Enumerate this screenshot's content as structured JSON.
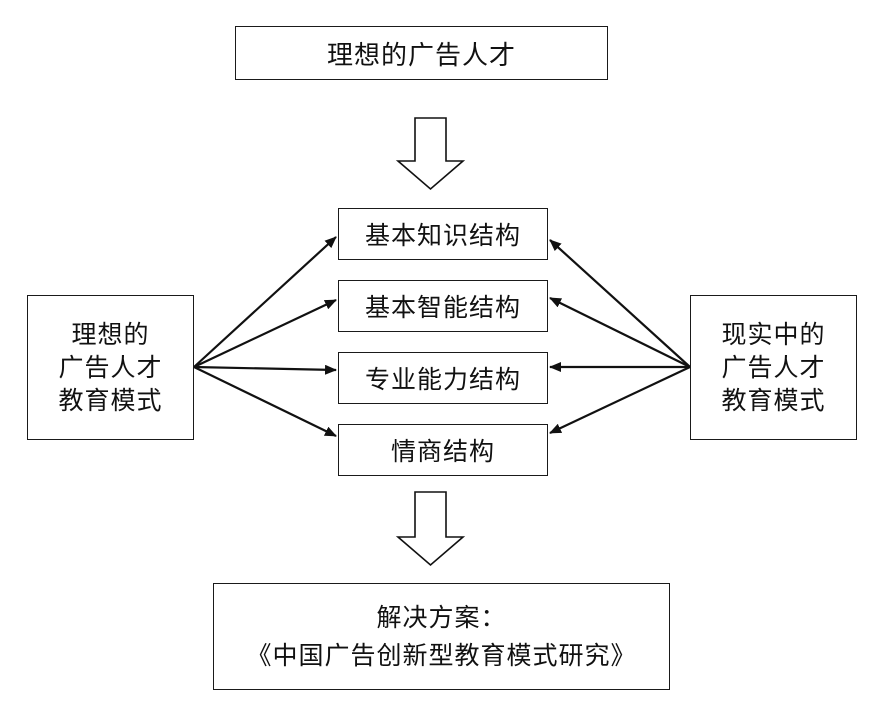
{
  "diagram": {
    "top": "理想的广告人才",
    "center_items": [
      "基本知识结构",
      "基本智能结构",
      "专业能力结构",
      "情商结构"
    ],
    "left_lines": [
      "理想的",
      "广告人才",
      "教育模式"
    ],
    "right_lines": [
      "现实中的",
      "广告人才",
      "教育模式"
    ],
    "bottom_lines": [
      "解决方案：",
      "《中国广告创新型教育模式研究》"
    ]
  }
}
